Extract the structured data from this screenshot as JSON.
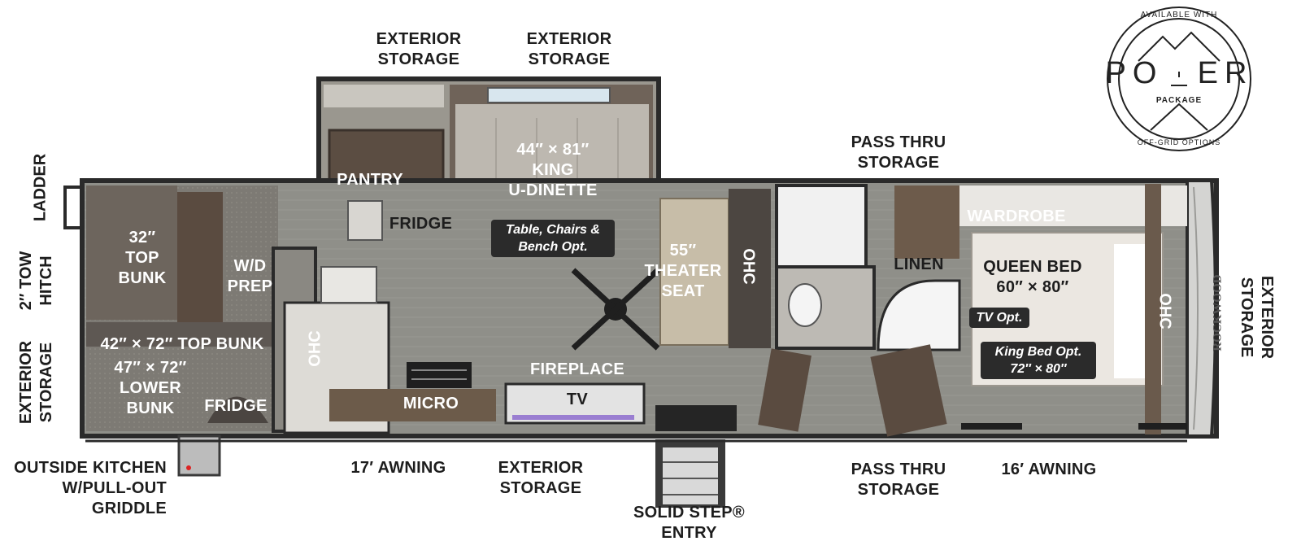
{
  "colors": {
    "floor": "#8f8f89",
    "wall": "#2a2a2a",
    "wood": "#6e5c4c",
    "cabinet": "#4d4540",
    "label_dark": "#1d1d1d",
    "badge_bg": "#2b2b2b"
  },
  "exterior_labels": {
    "ext_storage_top_left": "EXTERIOR\nSTORAGE",
    "ext_storage_top_right": "EXTERIOR\nSTORAGE",
    "pass_thru_top": "PASS THRU\nSTORAGE",
    "ladder": "LADDER",
    "tow_hitch": "2″ TOW\nHITCH",
    "ext_storage_left": "EXTERIOR\nSTORAGE",
    "ext_storage_right": "EXTERIOR\nSTORAGE",
    "outside_kitchen": "OUTSIDE KITCHEN\nW/PULL-OUT\nGRIDDLE",
    "awning_17": "17′ AWNING",
    "ext_storage_bottom": "EXTERIOR\nSTORAGE",
    "solid_step": "SOLID STEP®\nENTRY",
    "pass_thru_bottom": "PASS THRU\nSTORAGE",
    "awning_16": "16′ AWNING"
  },
  "interior_labels": {
    "pantry": "PANTRY",
    "dinette": "44″ × 81″\nKING\nU-DINETTE",
    "fridge_main": "FRIDGE",
    "top_bunk_32": "32″\nTOP\nBUNK",
    "wd_prep": "W/D\nPREP",
    "ohc_kitchen": "OHC",
    "bunk_42": "42″ × 72″ TOP BUNK",
    "bunk_47": "47″ × 72″\nLOWER\nBUNK",
    "fridge_bunk": "FRIDGE",
    "micro": "MICRO",
    "tv_living": "TV",
    "fireplace": "FIREPLACE",
    "theater": "55″\nTHEATER\nSEAT",
    "ohc_living": "OHC",
    "linen": "LINEN",
    "wardrobe": "WARDROBE",
    "queen_bed": "QUEEN BED\n60″ × 80″",
    "ohc_bed": "OHC",
    "brand": "ROCKWOOD"
  },
  "badges": {
    "table_chairs": "Table, Chairs &\nBench Opt.",
    "tv_opt": "TV Opt.",
    "king_bed": "King Bed Opt.\n72″ × 80″"
  },
  "logo": {
    "top_text": "AVAILABLE WITH",
    "main_text_left": "PO",
    "main_text_right": "ER",
    "sub_text": "PACKAGE",
    "bottom_text": "OFF-GRID OPTIONS"
  }
}
